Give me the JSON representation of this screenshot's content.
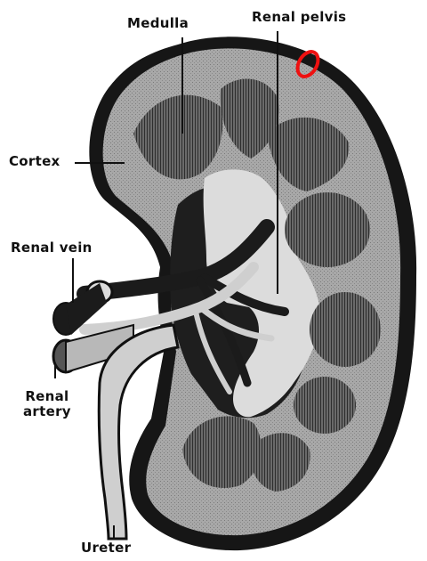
{
  "labels": {
    "medulla": "Medulla",
    "renal_pelvis": "Renal pelvis",
    "cortex": "Cortex",
    "renal_vein": "Renal vein",
    "renal_artery_line1": "Renal",
    "renal_artery_line2": "artery",
    "ureter": "Ureter"
  },
  "colors": {
    "capsule": "#161616",
    "cortex_fill": "#a3a3a3",
    "medulla_fill": "#565656",
    "pelvis_fill": "#dcdcdc",
    "vessel_dark": "#1b1b1b",
    "vessel_light": "#cfcfcf",
    "highlight_marker": "#ee1111"
  }
}
